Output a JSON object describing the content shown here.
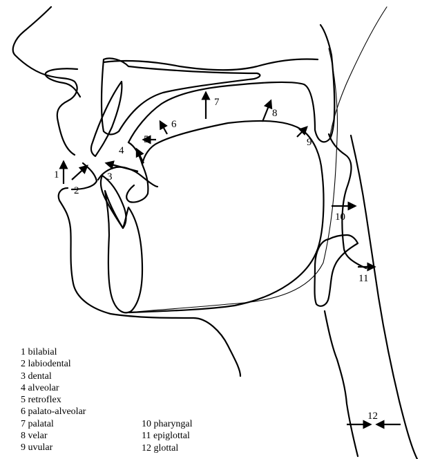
{
  "diagram": {
    "places": [
      {
        "number": "1",
        "name": "bilabial"
      },
      {
        "number": "2",
        "name": "labiodental"
      },
      {
        "number": "3",
        "name": "dental"
      },
      {
        "number": "4",
        "name": "alveolar"
      },
      {
        "number": "5",
        "name": "retroflex"
      },
      {
        "number": "6",
        "name": "palato-alveolar"
      },
      {
        "number": "7",
        "name": "palatal"
      },
      {
        "number": "8",
        "name": "velar"
      },
      {
        "number": "9",
        "name": "uvular"
      },
      {
        "number": "10",
        "name": "pharyngal"
      },
      {
        "number": "11",
        "name": "epiglottal"
      },
      {
        "number": "12",
        "name": "glottal"
      }
    ],
    "legend_col1": [
      "1 bilabial",
      "2 labiodental",
      "3 dental",
      "4 alveolar",
      "5 retroflex",
      "6 palato-alveolar",
      "7 palatal",
      "8 velar",
      "9 uvular"
    ],
    "legend_col2": [
      "10 pharyngal",
      "11 epiglottal",
      "12 glottal"
    ],
    "colors": {
      "ink": "#000000",
      "stipple_fill": "#d8d8d8",
      "background": "#ffffff"
    }
  }
}
